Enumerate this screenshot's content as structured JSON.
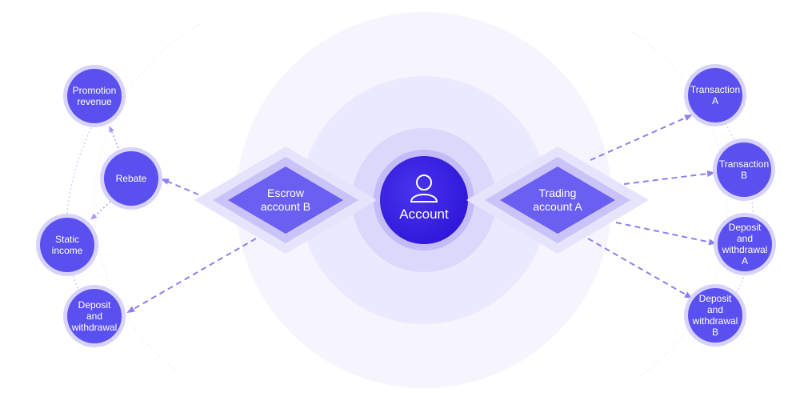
{
  "center": {
    "label": "Account",
    "icon": "user-icon"
  },
  "diamonds": {
    "escrow": {
      "line1": "Escrow",
      "line2": "account B"
    },
    "trading": {
      "line1": "Trading",
      "line2": "account A"
    }
  },
  "left_nodes": [
    {
      "line1": "Promotion",
      "line2": "revenue"
    },
    {
      "line1": "Rebate",
      "line2": ""
    },
    {
      "line1": "Static",
      "line2": "income"
    },
    {
      "line1": "Deposit and",
      "line2": "withdrawal"
    }
  ],
  "right_nodes": [
    {
      "line1": "Transaction",
      "line2": "A"
    },
    {
      "line1": "Transaction",
      "line2": "B"
    },
    {
      "line1": "Deposit and",
      "line2": "withdrawal A"
    },
    {
      "line1": "Deposit and",
      "line2": "withdrawal B"
    }
  ],
  "colors": {
    "node": "#5a50f0",
    "node_ring": "#d7d3fb",
    "center_dark": "#3a22e0",
    "diamond": "#6a5ff0",
    "arrow": "#8a80f2"
  }
}
